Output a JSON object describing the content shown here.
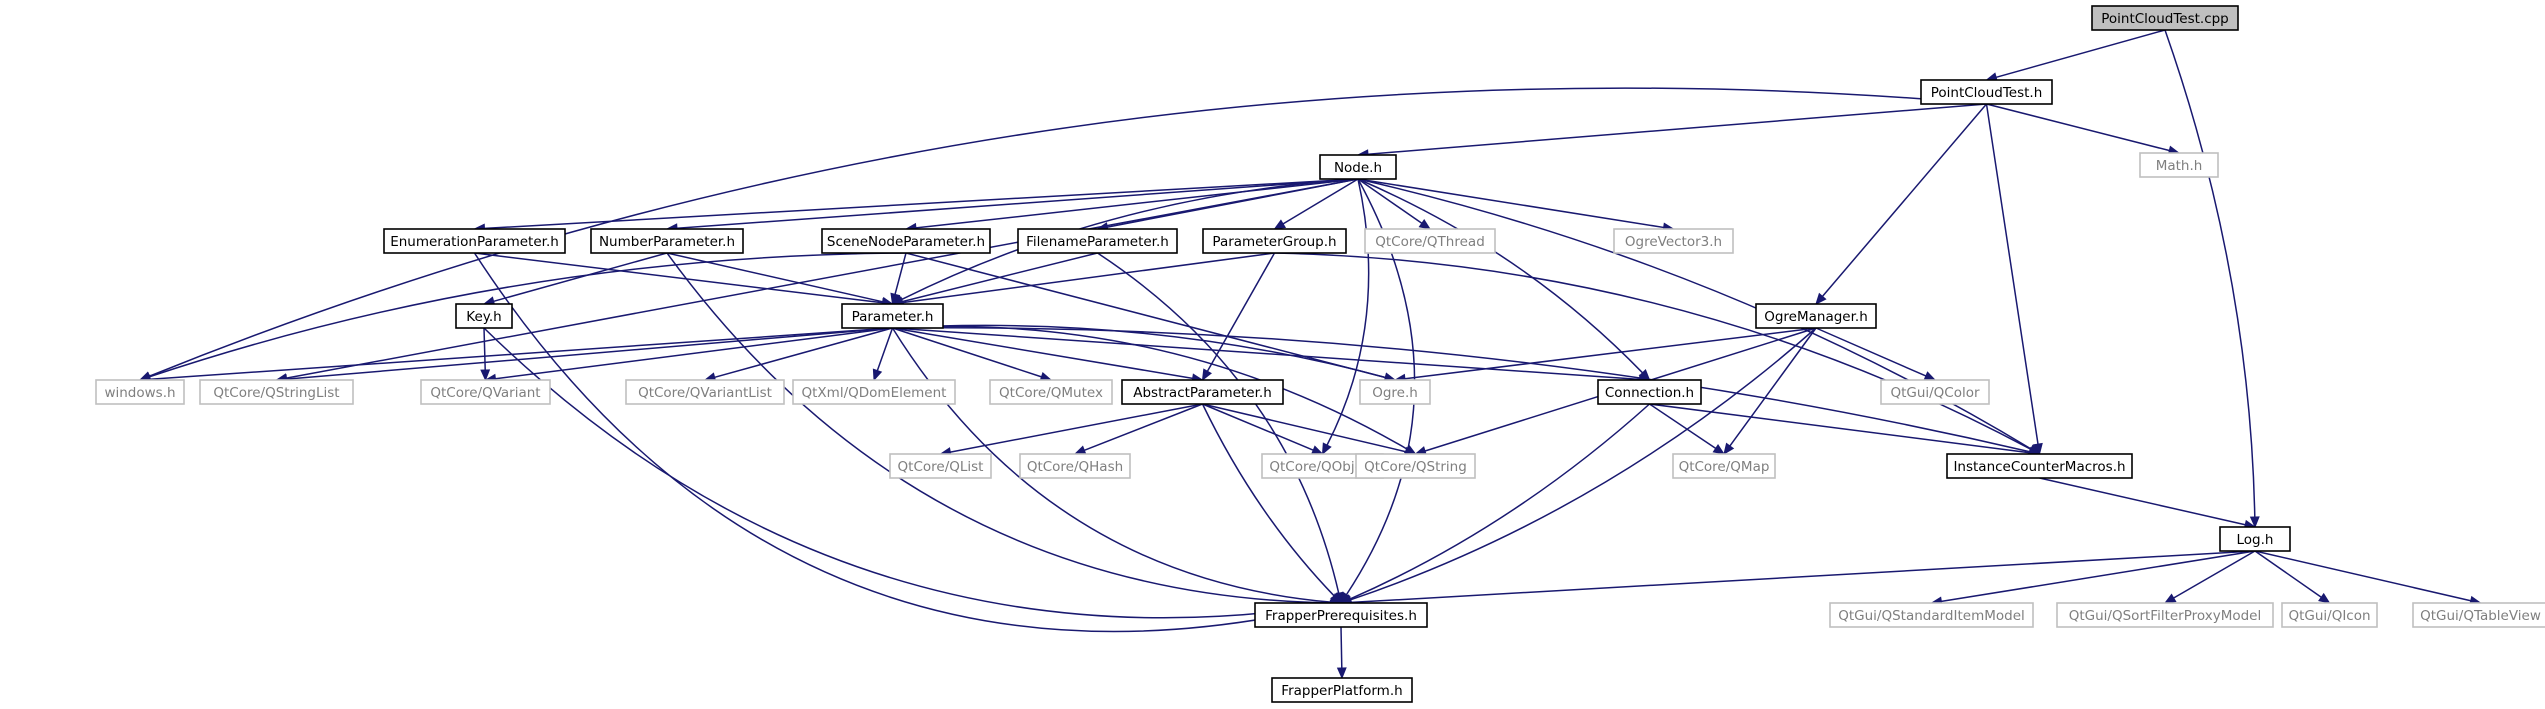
{
  "diagram": {
    "nodes": [
      {
        "id": "PointCloudTest_cpp",
        "label": "PointCloudTest.cpp",
        "kind": "root"
      },
      {
        "id": "PointCloudTest_h",
        "label": "PointCloudTest.h",
        "kind": "primary"
      },
      {
        "id": "Math_h",
        "label": "Math.h",
        "kind": "external"
      },
      {
        "id": "Node_h",
        "label": "Node.h",
        "kind": "primary"
      },
      {
        "id": "EnumerationParameter_h",
        "label": "EnumerationParameter.h",
        "kind": "primary"
      },
      {
        "id": "NumberParameter_h",
        "label": "NumberParameter.h",
        "kind": "primary"
      },
      {
        "id": "SceneNodeParameter_h",
        "label": "SceneNodeParameter.h",
        "kind": "primary"
      },
      {
        "id": "FilenameParameter_h",
        "label": "FilenameParameter.h",
        "kind": "primary"
      },
      {
        "id": "ParameterGroup_h",
        "label": "ParameterGroup.h",
        "kind": "primary"
      },
      {
        "id": "QThread",
        "label": "QtCore/QThread",
        "kind": "external"
      },
      {
        "id": "OgreVector3_h",
        "label": "OgreVector3.h",
        "kind": "external"
      },
      {
        "id": "Key_h",
        "label": "Key.h",
        "kind": "primary"
      },
      {
        "id": "Parameter_h",
        "label": "Parameter.h",
        "kind": "primary"
      },
      {
        "id": "OgreManager_h",
        "label": "OgreManager.h",
        "kind": "primary"
      },
      {
        "id": "windows_h",
        "label": "windows.h",
        "kind": "external"
      },
      {
        "id": "QStringList",
        "label": "QtCore/QStringList",
        "kind": "external"
      },
      {
        "id": "QVariant",
        "label": "QtCore/QVariant",
        "kind": "external"
      },
      {
        "id": "QVariantList",
        "label": "QtCore/QVariantList",
        "kind": "external"
      },
      {
        "id": "QDomElement",
        "label": "QtXml/QDomElement",
        "kind": "external"
      },
      {
        "id": "QMutex",
        "label": "QtCore/QMutex",
        "kind": "external"
      },
      {
        "id": "AbstractParameter_h",
        "label": "AbstractParameter.h",
        "kind": "primary"
      },
      {
        "id": "Ogre_h",
        "label": "Ogre.h",
        "kind": "external"
      },
      {
        "id": "Connection_h",
        "label": "Connection.h",
        "kind": "primary"
      },
      {
        "id": "QColor",
        "label": "QtGui/QColor",
        "kind": "external"
      },
      {
        "id": "QList",
        "label": "QtCore/QList",
        "kind": "external"
      },
      {
        "id": "QHash",
        "label": "QtCore/QHash",
        "kind": "external"
      },
      {
        "id": "QObject",
        "label": "QtCore/QObject",
        "kind": "external"
      },
      {
        "id": "QString",
        "label": "QtCore/QString",
        "kind": "external"
      },
      {
        "id": "QMap",
        "label": "QtCore/QMap",
        "kind": "external"
      },
      {
        "id": "InstanceCounterMacros_h",
        "label": "InstanceCounterMacros.h",
        "kind": "primary"
      },
      {
        "id": "Log_h",
        "label": "Log.h",
        "kind": "primary"
      },
      {
        "id": "FrapperPrerequisites_h",
        "label": "FrapperPrerequisites.h",
        "kind": "primary"
      },
      {
        "id": "QStandardItemModel",
        "label": "QtGui/QStandardItemModel",
        "kind": "external"
      },
      {
        "id": "QSortFilterProxyModel",
        "label": "QtGui/QSortFilterProxyModel",
        "kind": "external"
      },
      {
        "id": "QIcon",
        "label": "QtGui/QIcon",
        "kind": "external"
      },
      {
        "id": "QTableView",
        "label": "QtGui/QTableView",
        "kind": "external"
      },
      {
        "id": "FrapperPlatform_h",
        "label": "FrapperPlatform.h",
        "kind": "primary"
      }
    ],
    "edges": [
      {
        "from": "PointCloudTest_cpp",
        "to": "PointCloudTest_h"
      },
      {
        "from": "PointCloudTest_cpp",
        "to": "Log_h"
      },
      {
        "from": "PointCloudTest_h",
        "to": "Node_h"
      },
      {
        "from": "PointCloudTest_h",
        "to": "Math_h"
      },
      {
        "from": "PointCloudTest_h",
        "to": "windows_h"
      },
      {
        "from": "PointCloudTest_h",
        "to": "OgreManager_h"
      },
      {
        "from": "PointCloudTest_h",
        "to": "InstanceCounterMacros_h"
      },
      {
        "from": "Node_h",
        "to": "EnumerationParameter_h"
      },
      {
        "from": "Node_h",
        "to": "NumberParameter_h"
      },
      {
        "from": "Node_h",
        "to": "SceneNodeParameter_h"
      },
      {
        "from": "Node_h",
        "to": "FilenameParameter_h"
      },
      {
        "from": "Node_h",
        "to": "ParameterGroup_h"
      },
      {
        "from": "Node_h",
        "to": "QThread"
      },
      {
        "from": "Node_h",
        "to": "OgreVector3_h"
      },
      {
        "from": "Node_h",
        "to": "Parameter_h"
      },
      {
        "from": "Node_h",
        "to": "QStringList"
      },
      {
        "from": "Node_h",
        "to": "Connection_h"
      },
      {
        "from": "Node_h",
        "to": "QObject"
      },
      {
        "from": "Node_h",
        "to": "InstanceCounterMacros_h"
      },
      {
        "from": "Node_h",
        "to": "FrapperPrerequisites_h"
      },
      {
        "from": "EnumerationParameter_h",
        "to": "Parameter_h"
      },
      {
        "from": "EnumerationParameter_h",
        "to": "FrapperPrerequisites_h"
      },
      {
        "from": "NumberParameter_h",
        "to": "Parameter_h"
      },
      {
        "from": "NumberParameter_h",
        "to": "Key_h"
      },
      {
        "from": "NumberParameter_h",
        "to": "FrapperPrerequisites_h"
      },
      {
        "from": "SceneNodeParameter_h",
        "to": "Parameter_h"
      },
      {
        "from": "SceneNodeParameter_h",
        "to": "windows_h"
      },
      {
        "from": "SceneNodeParameter_h",
        "to": "Ogre_h"
      },
      {
        "from": "FilenameParameter_h",
        "to": "Parameter_h"
      },
      {
        "from": "FilenameParameter_h",
        "to": "FrapperPrerequisites_h"
      },
      {
        "from": "ParameterGroup_h",
        "to": "Parameter_h"
      },
      {
        "from": "ParameterGroup_h",
        "to": "AbstractParameter_h"
      },
      {
        "from": "ParameterGroup_h",
        "to": "InstanceCounterMacros_h"
      },
      {
        "from": "Key_h",
        "to": "QVariant"
      },
      {
        "from": "Key_h",
        "to": "FrapperPrerequisites_h"
      },
      {
        "from": "Parameter_h",
        "to": "windows_h"
      },
      {
        "from": "Parameter_h",
        "to": "QStringList"
      },
      {
        "from": "Parameter_h",
        "to": "QVariant"
      },
      {
        "from": "Parameter_h",
        "to": "QVariantList"
      },
      {
        "from": "Parameter_h",
        "to": "QDomElement"
      },
      {
        "from": "Parameter_h",
        "to": "QMutex"
      },
      {
        "from": "Parameter_h",
        "to": "AbstractParameter_h"
      },
      {
        "from": "Parameter_h",
        "to": "Ogre_h"
      },
      {
        "from": "Parameter_h",
        "to": "Connection_h"
      },
      {
        "from": "Parameter_h",
        "to": "QString"
      },
      {
        "from": "Parameter_h",
        "to": "InstanceCounterMacros_h"
      },
      {
        "from": "Parameter_h",
        "to": "FrapperPrerequisites_h"
      },
      {
        "from": "OgreManager_h",
        "to": "Ogre_h"
      },
      {
        "from": "OgreManager_h",
        "to": "QColor"
      },
      {
        "from": "OgreManager_h",
        "to": "QMap"
      },
      {
        "from": "OgreManager_h",
        "to": "QString"
      },
      {
        "from": "OgreManager_h",
        "to": "FrapperPrerequisites_h"
      },
      {
        "from": "AbstractParameter_h",
        "to": "QList"
      },
      {
        "from": "AbstractParameter_h",
        "to": "QHash"
      },
      {
        "from": "AbstractParameter_h",
        "to": "QObject"
      },
      {
        "from": "AbstractParameter_h",
        "to": "QString"
      },
      {
        "from": "AbstractParameter_h",
        "to": "FrapperPrerequisites_h"
      },
      {
        "from": "Connection_h",
        "to": "QMap"
      },
      {
        "from": "Connection_h",
        "to": "InstanceCounterMacros_h"
      },
      {
        "from": "Connection_h",
        "to": "FrapperPrerequisites_h"
      },
      {
        "from": "InstanceCounterMacros_h",
        "to": "Log_h"
      },
      {
        "from": "Log_h",
        "to": "FrapperPrerequisites_h"
      },
      {
        "from": "Log_h",
        "to": "QStandardItemModel"
      },
      {
        "from": "Log_h",
        "to": "QSortFilterProxyModel"
      },
      {
        "from": "Log_h",
        "to": "QIcon"
      },
      {
        "from": "Log_h",
        "to": "QTableView"
      },
      {
        "from": "FrapperPrerequisites_h",
        "to": "FrapperPlatform_h"
      }
    ]
  }
}
